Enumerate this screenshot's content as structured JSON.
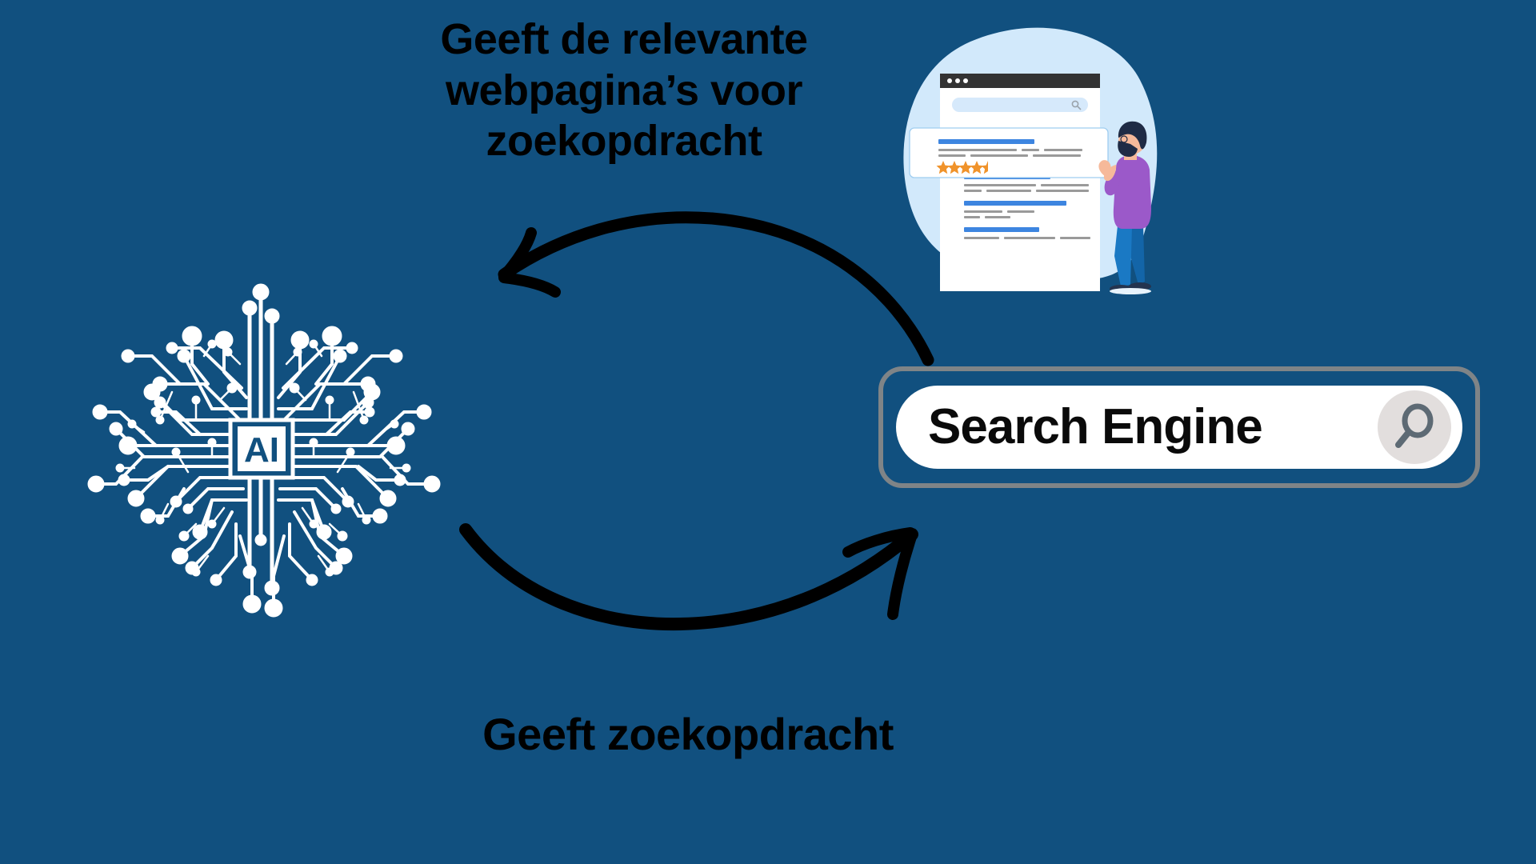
{
  "page": {
    "background_color": "#11507f",
    "title": "AI and Search Engine interaction diagram"
  },
  "captions": {
    "top": "Geeft de relevante\nwebpagina’s voor\nzoekopdracht",
    "bottom": "Geeft zoekopdracht",
    "text_color": "#000000"
  },
  "brain": {
    "label": "AI",
    "line_color": "#ffffff",
    "chip_text_color": "#11507f",
    "alt": "AI circuit-board brain"
  },
  "search_bar": {
    "value": "Search Engine",
    "placeholder": "Search Engine",
    "border_color": "#7f8487",
    "field_color": "#ffffff",
    "icon_circle_color": "#e2dedd",
    "icon_color": "#5d6a74",
    "icon_name": "magnifier-icon"
  },
  "illustration": {
    "blob_color": "#d2e9fb",
    "browser": {
      "titlebar_color": "#333333",
      "dots": 3,
      "body_color": "#ffffff",
      "searchfield_color": "#d6e9fb",
      "search_icon_name": "search-icon"
    },
    "highlight_result": {
      "title_color": "#3d85e0",
      "text_color": "#9a9a9a",
      "stars_filled": 4,
      "stars_half": 1,
      "star_color": "#f0932b",
      "card_border_color": "#9fcdf0"
    },
    "results": [
      {
        "title_width": 52
      },
      {
        "title_width": 62
      },
      {
        "title_width": 45
      }
    ],
    "person": {
      "hair_color": "#1f2b45",
      "skin_color": "#f6b99a",
      "shirt_color": "#9b59c9",
      "pants_color": "#1a79c4",
      "shoe_color": "#24344f",
      "pose": "thinking"
    }
  },
  "arrows": {
    "top": {
      "direction": "right-to-left",
      "color": "#000000",
      "meaning": "Search engine returns relevant web pages to AI"
    },
    "bottom": {
      "direction": "left-to-right",
      "color": "#000000",
      "meaning": "AI sends a search query to the search engine"
    }
  }
}
